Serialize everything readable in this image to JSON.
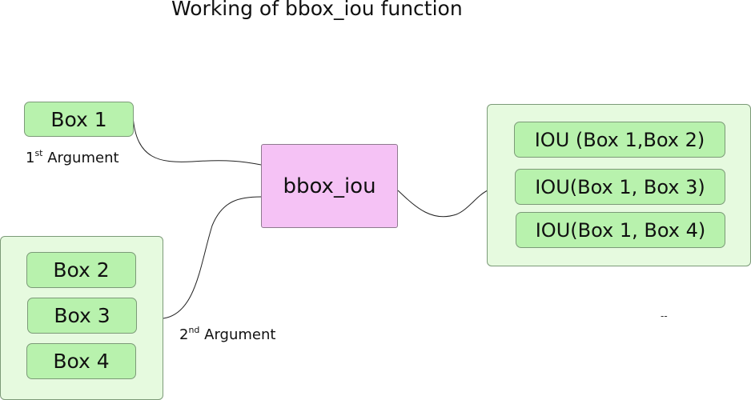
{
  "title": "Working of bbox_iou function",
  "first_argument": {
    "box_label": "Box 1",
    "ordinal": "1",
    "suffix": "st",
    "label": "Argument"
  },
  "second_argument": {
    "boxes": [
      "Box 2",
      "Box 3",
      "Box 4"
    ],
    "ordinal": "2",
    "suffix": "nd",
    "label": "Argument"
  },
  "function_label": "bbox_iou",
  "outputs": [
    "IOU (Box 1,Box 2)",
    "IOU(Box 1, Box 3)",
    "IOU(Box 1, Box 4)"
  ],
  "stray_mark": "--",
  "colors": {
    "box_fill": "#b8f2ad",
    "group_fill": "#e6fadf",
    "function_fill": "#f5c2f5",
    "outline": "#7c9a78",
    "connector": "#222222"
  }
}
